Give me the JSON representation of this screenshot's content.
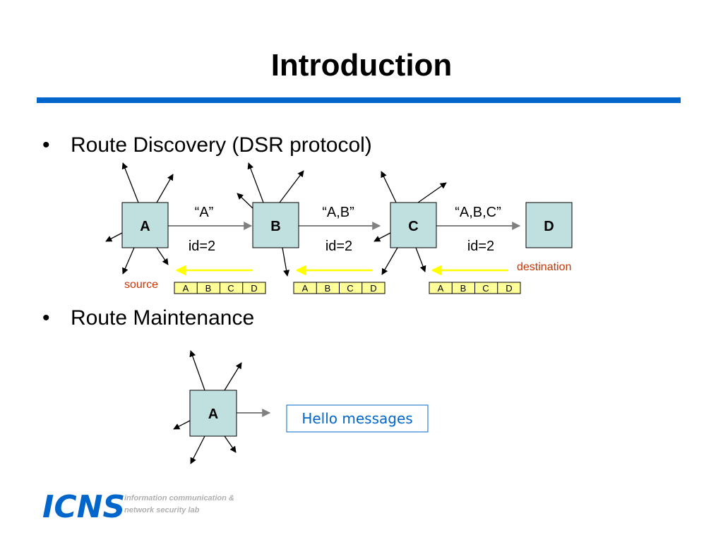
{
  "slide": {
    "title": "Introduction",
    "bullets": [
      {
        "symbol": "•",
        "text": "Route Discovery (DSR protocol)"
      },
      {
        "symbol": "•",
        "text": "Route Maintenance"
      }
    ]
  },
  "discovery": {
    "nodes": [
      "A",
      "B",
      "C",
      "D"
    ],
    "messages": [
      "“A”",
      "“A,B”",
      "“A,B,C”"
    ],
    "ids": [
      "id=2",
      "id=2",
      "id=2"
    ],
    "source_label": "source",
    "destination_label": "destination",
    "route_record": [
      "A",
      "B",
      "C",
      "D"
    ]
  },
  "maintenance": {
    "node": "A",
    "hello_label": "Hello messages"
  },
  "logo": {
    "text": "ICNS",
    "tagline_1": "information communication &",
    "tagline_2": "network security lab"
  },
  "colors": {
    "rule": "#0066cc",
    "node_fill": "#c0e0e0",
    "route_fill": "#ffff99",
    "return_arrow": "#ffff00",
    "label_red": "#cc3300",
    "hello_text": "#0066cc",
    "logo_blue": "#0066cc"
  }
}
